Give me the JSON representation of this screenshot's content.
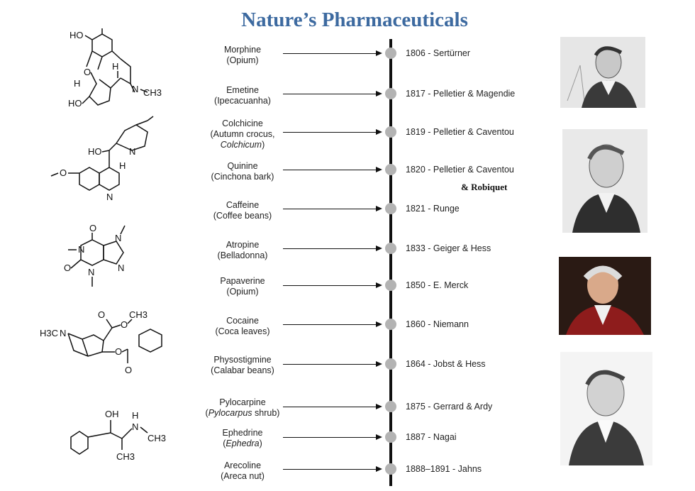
{
  "title": "Nature’s Pharmaceuticals",
  "extra_note": "& Robiquet",
  "entries": [
    {
      "compound": "Morphine",
      "source": "(Opium)",
      "discovery": "1806 - Sertürner"
    },
    {
      "compound": "Emetine",
      "source": "(Ipecacuanha)",
      "discovery": "1817 - Pelletier & Magendie"
    },
    {
      "compound": "Colchicine",
      "source_line1": "(Autumn crocus,",
      "source_italic": "Colchicum",
      "source_end": ")",
      "discovery": "1819 - Pelletier & Caventou"
    },
    {
      "compound": "Quinine",
      "source": "(Cinchona bark)",
      "discovery": "1820 - Pelletier & Caventou"
    },
    {
      "compound": "Caffeine",
      "source": "(Coffee beans)",
      "discovery": "1821 - Runge"
    },
    {
      "compound": "Atropine",
      "source": "(Belladonna)",
      "discovery": "1833 - Geiger & Hess"
    },
    {
      "compound": "Papaverine",
      "source": "(Opium)",
      "discovery": "1850 - E. Merck"
    },
    {
      "compound": "Cocaine",
      "source": "(Coca leaves)",
      "discovery": "1860 - Niemann"
    },
    {
      "compound": "Physostigmine",
      "source": "(Calabar beans)",
      "discovery": "1864 - Jobst & Hess"
    },
    {
      "compound": "Pylocarpine",
      "source_open": "(",
      "source_italic": "Pylocarpus",
      "source_end": " shrub)",
      "discovery": "1875 - Gerrard & Ardy"
    },
    {
      "compound": "Ephedrine",
      "source_open": "(",
      "source_italic": "Ephedra",
      "source_end": ")",
      "discovery": "1887 - Nagai"
    },
    {
      "compound": "Arecoline",
      "source": "(Areca nut)",
      "discovery": "1888–1891 - Jahns"
    }
  ],
  "structure_labels": {
    "morphine": {
      "ho_top": "HO",
      "o": "O",
      "h_left": "H",
      "h_mid": "H",
      "n": "N",
      "ch3": "CH3",
      "ho_bottom": "HO"
    },
    "quinine": {
      "ho": "HO",
      "h": "H",
      "n_ring": "N",
      "n_bottom": "N",
      "o": "O"
    },
    "caffeine": {
      "o_top": "O",
      "o_bottom": "O",
      "n1": "N",
      "n2": "N",
      "n3": "N",
      "n4": "N"
    },
    "cocaine": {
      "h3c": "H3C",
      "n": "N",
      "o1": "O",
      "o2": "O",
      "o3": "O",
      "o4": "O",
      "ch3": "CH3"
    },
    "ephedrine": {
      "oh": "OH",
      "h": "H",
      "n": "N",
      "ch3_n": "CH3",
      "ch3": "CH3"
    }
  }
}
